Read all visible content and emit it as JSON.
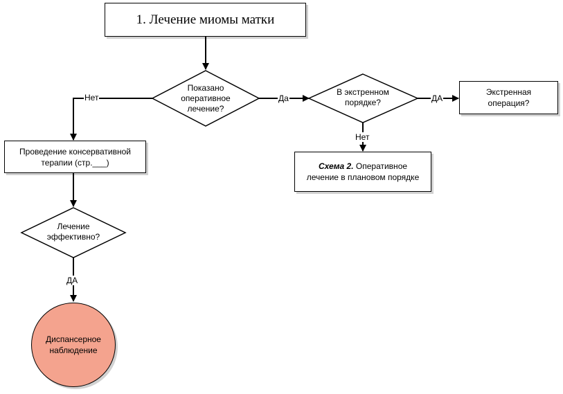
{
  "title": "1. Лечение миомы матки",
  "decisions": {
    "operative": [
      "Показано",
      "оперативное",
      "лечение?"
    ],
    "emergency": [
      "В экстренном",
      "порядке?"
    ],
    "effective": [
      "Лечение",
      "эффективно?"
    ]
  },
  "boxes": {
    "emergency_operation": [
      "Экстренная",
      "операция?"
    ],
    "conservative": [
      "Проведение консервативной",
      "терапии (стр.___)"
    ],
    "scheme2_bold": "Схема 2.",
    "scheme2_rest": " Оперативное",
    "scheme2_line2": "лечение в плановом порядке"
  },
  "terminal": [
    "Диспансерное",
    "наблюдение"
  ],
  "labels": {
    "no_left": "Нет",
    "yes_right": "Да",
    "yes_upper": "ДА",
    "no_below": "Нет",
    "yes_bottom": "ДА"
  },
  "colors": {
    "terminal_fill": "#f4a38e",
    "line": "#000000",
    "diamond_fill": "#ffffff"
  }
}
